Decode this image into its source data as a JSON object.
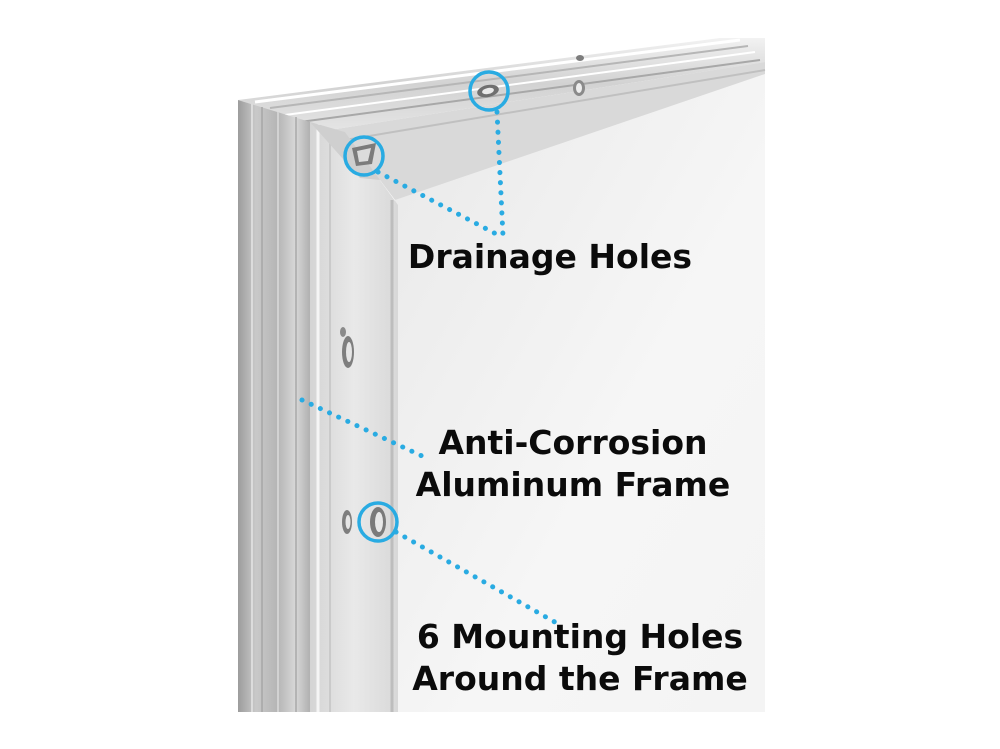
{
  "labels": {
    "drainage": "Drainage Holes",
    "frame_line1": "Anti-Corrosion",
    "frame_line2": "Aluminum Frame",
    "mounting_line1": "6 Mounting Holes",
    "mounting_line2": "Around the Frame"
  },
  "colors": {
    "background": "#ffffff",
    "callout_blue": "#29abe2",
    "frame_light": "#e6e6e6",
    "frame_mid": "#c4c4c4",
    "frame_dark": "#9a9a9a",
    "panel_face": "#f3f3f3",
    "label_text": "#0b0b0b"
  }
}
